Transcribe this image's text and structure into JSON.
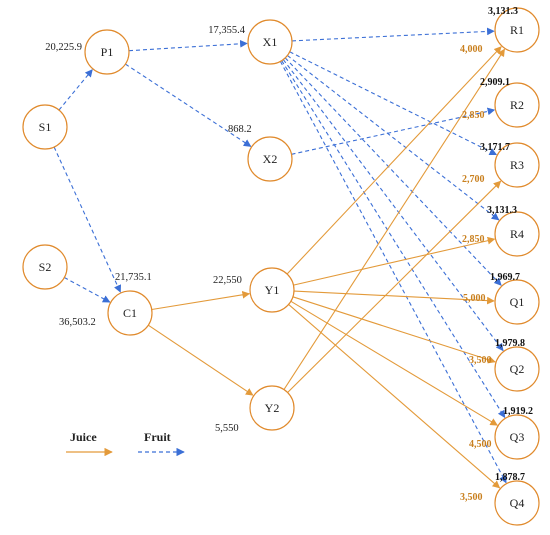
{
  "colors": {
    "juice": "#e39a3a",
    "fruit": "#3b6fd6",
    "node_stroke": "#e08a2c",
    "juice_value": "#c9801f"
  },
  "nodes": {
    "S1": "S1",
    "S2": "S2",
    "P1": "P1",
    "C1": "C1",
    "X1": "X1",
    "X2": "X2",
    "Y1": "Y1",
    "Y2": "Y2",
    "R1": "R1",
    "R2": "R2",
    "R3": "R3",
    "R4": "R4",
    "Q1": "Q1",
    "Q2": "Q2",
    "Q3": "Q3",
    "Q4": "Q4"
  },
  "flows": {
    "p1_in": "20,225.9",
    "x1_in": "17,355.4",
    "x2_in": "868.2",
    "c1_fruit_in": "21,735.1",
    "c1_total": "36,503.2",
    "y1_in": "22,550",
    "y2_in": "5,550"
  },
  "demand_fruit": {
    "R1": "3,131.3",
    "R2": "2,909.1",
    "R3": "3,171.7",
    "R4": "3,131.3",
    "Q1": "1,969.7",
    "Q2": "1,979.8",
    "Q3": "1,919.2",
    "Q4": "1,878.7"
  },
  "demand_juice": {
    "R1": "4,000",
    "R2": "2,850",
    "R3": "2,700",
    "R4": "2,850",
    "Q1": "5,000",
    "Q2": "3,500",
    "Q3": "4,500",
    "Q4": "3,500"
  },
  "legend": {
    "juice": "Juice",
    "fruit": "Fruit"
  }
}
